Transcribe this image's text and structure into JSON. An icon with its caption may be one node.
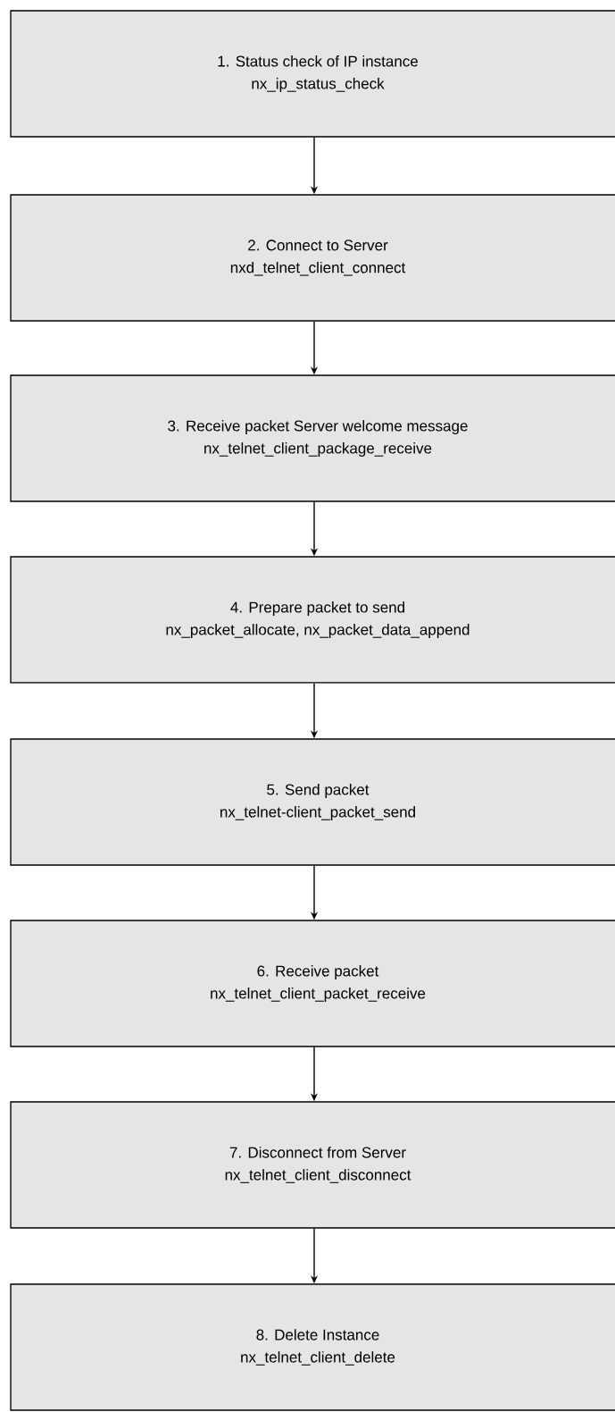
{
  "diagram": {
    "nodes": [
      {
        "text": [
          "1. Status check of IP instance",
          "nx_ip_status_check"
        ]
      },
      {
        "text": [
          "2. Connect to Server",
          "nxd_telnet_client_connect"
        ]
      },
      {
        "text": [
          "3. Receive packet Server welcome message",
          "nx_telnet_client_package_receive"
        ]
      },
      {
        "text": [
          "4. Prepare packet to send",
          "nx_packet_allocate, nx_packet_data_append"
        ]
      },
      {
        "text": [
          "5. Send packet",
          "nx_telnet-client_packet_send"
        ]
      },
      {
        "text": [
          "6. Receive packet",
          "nx_telnet_client_packet_receive"
        ]
      },
      {
        "text": [
          "7. Disconnect from Server",
          "nx_telnet_client_disconnect"
        ]
      },
      {
        "text": [
          "8. Delete Instance",
          "nx_telnet_client_delete"
        ]
      }
    ],
    "edges": [
      {
        "from": 0,
        "to": 1,
        "arrow": "to"
      },
      {
        "from": 1,
        "to": 2,
        "arrow": "to"
      },
      {
        "from": 2,
        "to": 3,
        "arrow": "to"
      },
      {
        "from": 3,
        "to": 4,
        "arrow": "to"
      },
      {
        "from": 4,
        "to": 5,
        "arrow": "to"
      },
      {
        "from": 5,
        "to": 6,
        "arrow": "to"
      },
      {
        "from": 6,
        "to": 7,
        "arrow": "to"
      }
    ]
  }
}
